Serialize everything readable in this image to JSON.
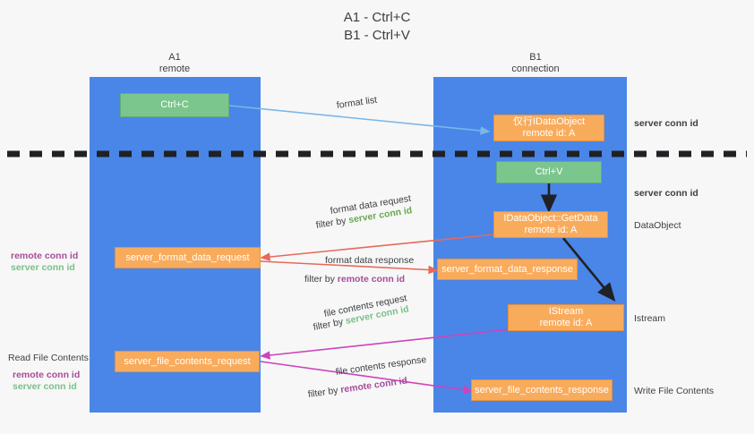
{
  "title": {
    "line1": "A1 - Ctrl+C",
    "line2": "B1 - Ctrl+V"
  },
  "lanes": [
    {
      "name": "A1",
      "sub": "remote"
    },
    {
      "name": "B1",
      "sub": "connection"
    }
  ],
  "boxes": {
    "ctrl_c": {
      "line1": "Ctrl+C"
    },
    "ctrl_v": {
      "line1": "Ctrl+V"
    },
    "idataobject_top": {
      "line1": "仅行IDataObject",
      "line2": "remote id: A"
    },
    "getdata": {
      "line1": "IDataObject::GetData",
      "line2": "remote id: A"
    },
    "istream": {
      "line1": "IStream",
      "line2": "remote id: A"
    },
    "server_format_data_request": {
      "line1": "server_format_data_request"
    },
    "server_format_data_response": {
      "line1": "server_format_data_response"
    },
    "server_file_contents_request": {
      "line1": "server_file_contents_request"
    },
    "server_file_contents_response": {
      "line1": "server_file_contents_response"
    }
  },
  "edge_labels": {
    "format_list": "format list",
    "format_data_request": "format data request",
    "format_data_response": "format data response",
    "file_contents_request": "file contents request",
    "file_contents_response": "file contents response",
    "filter_by": "filter by ",
    "server_conn_id": "server conn id",
    "remote_conn_id": "remote conn id"
  },
  "right_labels": {
    "server_conn_id_1": "server conn id",
    "server_conn_id_2": "server conn id",
    "dataobject": "DataObject",
    "istream": "Istream",
    "write_file_contents": "Write File Contents"
  },
  "left_labels": {
    "remote_conn_id_1": "remote conn id",
    "server_conn_id_1": "server conn id",
    "read_file_contents": "Read File Contents",
    "remote_conn_id_2": "remote conn id",
    "server_conn_id_2": "server conn id"
  },
  "colors": {
    "lane": "#4a86e8",
    "green_box": "#7bc68d",
    "orange_box": "#f9ab5c",
    "green_text": "#6aa84f",
    "purple_text": "#a64d9a",
    "red_arrow": "#e8685a",
    "magenta_arrow": "#cc44bb",
    "blue_arrow": "#7ab6e8",
    "dark_arrow": "#202124",
    "background": "#f7f7f7"
  }
}
